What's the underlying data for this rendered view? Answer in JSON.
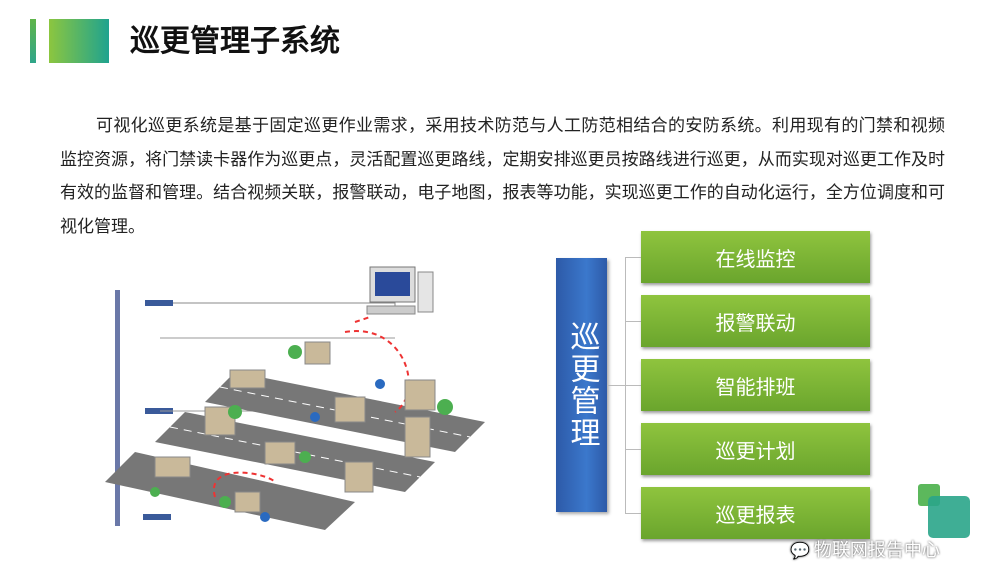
{
  "header": {
    "title": "巡更管理子系统"
  },
  "body": {
    "paragraph": "可视化巡更系统是基于固定巡更作业需求，采用技术防范与人工防范相结合的安防系统。利用现有的门禁和视频监控资源，将门禁读卡器作为巡更点，灵活配置巡更路线，定期安排巡更员按路线进行巡更，从而实现对巡更工作及时有效的监督和管理。结合视频关联，报警联动，电子地图，报表等功能，实现巡更工作的自动化运行，全方位调度和可视化管理。"
  },
  "diagram": {
    "root": "巡更管理",
    "items": [
      "在线监控",
      "报警联动",
      "智能排班",
      "巡更计划",
      "巡更报表"
    ]
  },
  "watermark": {
    "text": "物联网报告中心"
  },
  "colors": {
    "green": "#7db535",
    "blue": "#3366b8"
  }
}
